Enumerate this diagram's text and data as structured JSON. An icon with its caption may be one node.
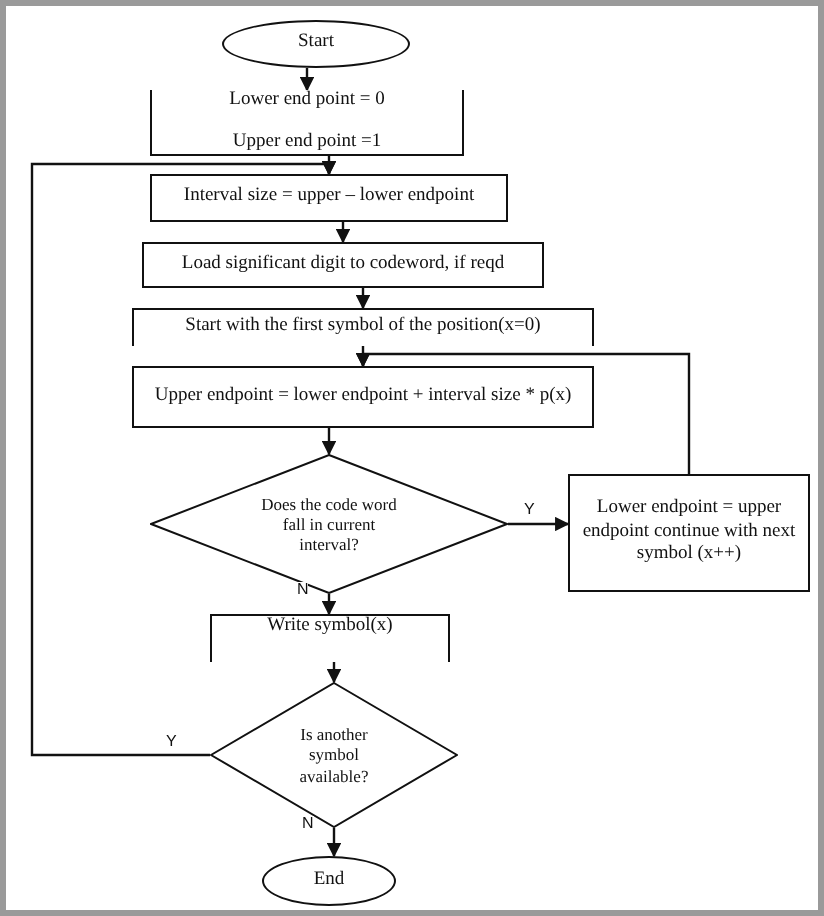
{
  "diagram": {
    "nodes": [
      {
        "text": [
          "Start"
        ]
      },
      {
        "text": [
          "Lower end point = 0",
          "Upper end point =1"
        ]
      },
      {
        "text": [
          "Interval size = upper – lower endpoint"
        ]
      },
      {
        "text": [
          "Load significant digit to codeword, if reqd"
        ]
      },
      {
        "text": [
          "Start with the first symbol of the position(x=0)"
        ]
      },
      {
        "text": [
          "Upper endpoint = lower endpoint + interval size * p(x)"
        ]
      },
      {
        "text": [
          "Does the code word fall in current interval?"
        ]
      },
      {
        "text": [
          "Lower endpoint = upper endpoint continue with next symbol (x++)"
        ]
      },
      {
        "text": [
          "Write symbol(x)"
        ]
      },
      {
        "text": [
          "Is another symbol available?"
        ]
      },
      {
        "text": [
          "End"
        ]
      }
    ],
    "edges": [
      {
        "from": 0,
        "to": 1,
        "arrow": "to"
      },
      {
        "from": 1,
        "to": 2,
        "arrow": "to"
      },
      {
        "from": 2,
        "to": 3,
        "arrow": "to"
      },
      {
        "from": 3,
        "to": 4,
        "arrow": "to"
      },
      {
        "from": 4,
        "to": 5,
        "arrow": "to"
      },
      {
        "from": 5,
        "to": 6,
        "arrow": "to"
      },
      {
        "from": 6,
        "to": 7,
        "label": "Y",
        "arrow": "to"
      },
      {
        "from": 7,
        "to": 5,
        "arrow": "to"
      },
      {
        "from": 6,
        "to": 8,
        "label": "N",
        "arrow": "to"
      },
      {
        "from": 8,
        "to": 9,
        "arrow": "to"
      },
      {
        "from": 9,
        "to": 2,
        "label": "Y",
        "arrow": "to"
      },
      {
        "from": 9,
        "to": 10,
        "label": "N",
        "arrow": "to"
      }
    ]
  }
}
